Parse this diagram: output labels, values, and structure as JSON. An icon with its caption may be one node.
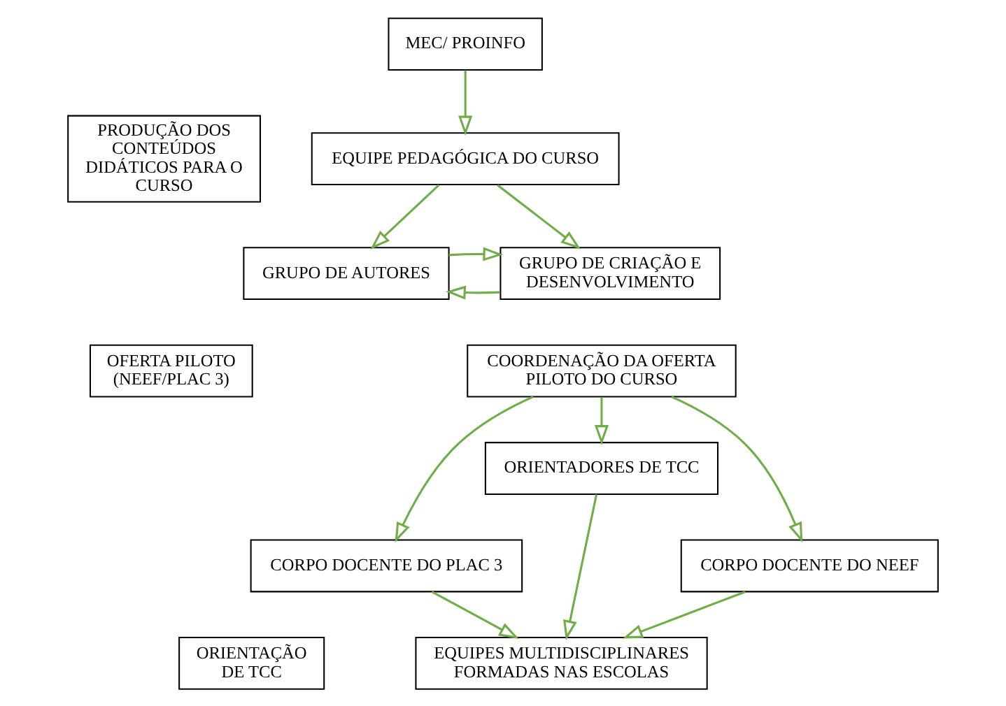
{
  "diagram": {
    "nodes": [
      {
        "text": [
          "MEC/ PROINFO"
        ]
      },
      {
        "text": [
          "EQUIPE PEDAGÓGICA DO CURSO"
        ]
      },
      {
        "text": [
          "GRUPO DE AUTORES"
        ]
      },
      {
        "text": [
          "GRUPO DE CRIAÇÃO E DESENVOLVIMENTO"
        ]
      },
      {
        "text": [
          "COORDENAÇÃO DA OFERTA PILOTO DO CURSO"
        ]
      },
      {
        "text": [
          "CORPO DOCENTE DO NEEF"
        ]
      },
      {
        "text": [
          "CORPO DOCENTE DO PLAC 3"
        ]
      },
      {
        "text": [
          "ORIENTADORES DE TCC"
        ]
      },
      {
        "text": [
          "EQUIPES MULTIDISCIPLINARES FORMADAS NAS ESCOLAS"
        ]
      },
      {
        "text": [
          "PRODUÇÃO DOS CONTEÚDOS DIDÁTICOS PARA O CURSO"
        ]
      },
      {
        "text": [
          "OFERTA PILOTO (NEEF/PLAC 3)"
        ]
      },
      {
        "text": [
          "ORIENTAÇÃO DE TCC"
        ]
      }
    ],
    "edges": [
      {
        "from": 0,
        "to": 1,
        "arrow": "to"
      },
      {
        "from": 1,
        "to": 2,
        "arrow": "to"
      },
      {
        "from": 1,
        "to": 3,
        "arrow": "to"
      },
      {
        "from": 3,
        "to": 2,
        "arrow": "to"
      },
      {
        "from": 2,
        "to": 3,
        "arrow": "to"
      },
      {
        "from": 4,
        "to": 5,
        "arrow": "to"
      },
      {
        "from": 4,
        "to": 7,
        "arrow": "to"
      },
      {
        "from": 4,
        "to": 6,
        "arrow": "to"
      },
      {
        "from": 5,
        "to": 8,
        "arrow": "to"
      },
      {
        "from": 7,
        "to": 8,
        "arrow": "to"
      },
      {
        "from": 6,
        "to": 8,
        "arrow": "to"
      }
    ]
  }
}
